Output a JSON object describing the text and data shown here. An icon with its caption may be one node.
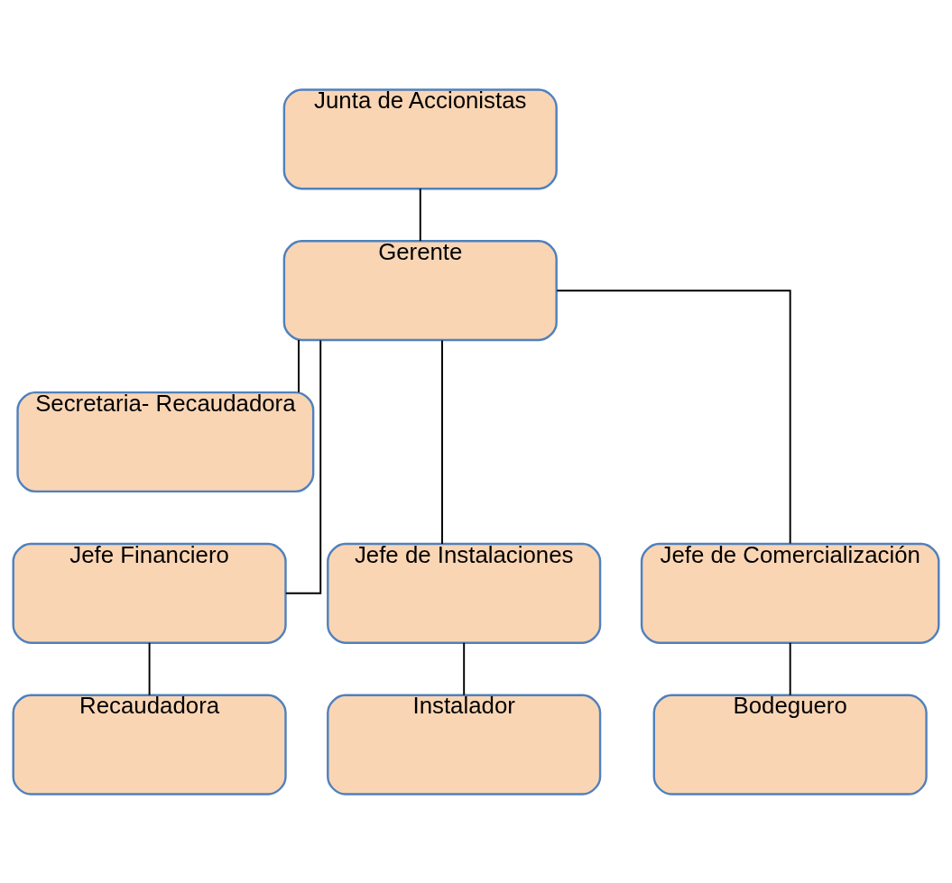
{
  "diagram": {
    "nodes": [
      {
        "text": [
          "Junta de Accionistas"
        ]
      },
      {
        "text": [
          "Gerente"
        ]
      },
      {
        "text": [
          "Secretaria- Recaudadora"
        ]
      },
      {
        "text": [
          "Jefe Financiero"
        ]
      },
      {
        "text": [
          "Jefe de Instalaciones"
        ]
      },
      {
        "text": [
          "Jefe de Comercialización"
        ]
      },
      {
        "text": [
          "Recaudadora"
        ]
      },
      {
        "text": [
          "Instalador"
        ]
      },
      {
        "text": [
          "Bodeguero"
        ]
      }
    ],
    "edges": [
      {
        "from": 0,
        "to": 1,
        "arrow": "none"
      },
      {
        "from": 1,
        "to": 2,
        "arrow": "none"
      },
      {
        "from": 1,
        "to": 3,
        "arrow": "none"
      },
      {
        "from": 1,
        "to": 4,
        "arrow": "none"
      },
      {
        "from": 1,
        "to": 5,
        "arrow": "none"
      },
      {
        "from": 3,
        "to": 6,
        "arrow": "none"
      },
      {
        "from": 4,
        "to": 7,
        "arrow": "none"
      },
      {
        "from": 5,
        "to": 8,
        "arrow": "none"
      }
    ]
  }
}
